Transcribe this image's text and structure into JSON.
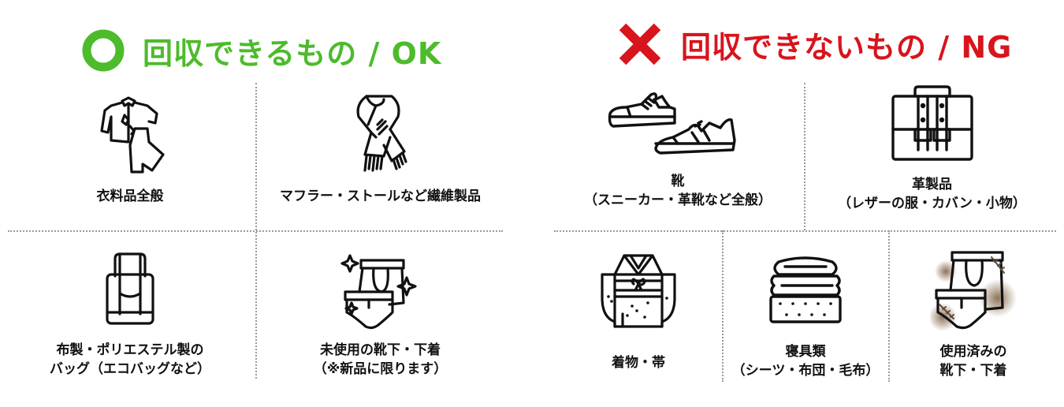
{
  "colors": {
    "ok": "#4cbb2c",
    "ng": "#d8141d",
    "divider": "#9a9a9a",
    "text": "#111111"
  },
  "ok_section": {
    "icon": "circle-icon",
    "title": "回収できるもの / OK",
    "items": [
      {
        "icon": "clothing-icon",
        "lines": [
          "衣料品全般"
        ]
      },
      {
        "icon": "scarf-icon",
        "lines": [
          "マフラー・ストールなど繊維製品"
        ]
      },
      {
        "icon": "tote-bag-icon",
        "lines": [
          "布製・ポリエステル製の",
          "バッグ（エコバッグなど）"
        ]
      },
      {
        "icon": "new-underwear-icon",
        "lines": [
          "未使用の靴下・下着",
          "（※新品に限ります）"
        ]
      }
    ]
  },
  "ng_section": {
    "icon": "cross-icon",
    "title": "回収できないもの / NG",
    "items": [
      {
        "icon": "shoes-icon",
        "lines": [
          "靴",
          "（スニーカー・革靴など全般）"
        ]
      },
      {
        "icon": "leather-bag-icon",
        "lines": [
          "革製品",
          "（レザーの服・カバン・小物）"
        ]
      },
      {
        "icon": "kimono-icon",
        "lines": [
          "着物・帯"
        ]
      },
      {
        "icon": "bedding-icon",
        "lines": [
          "寝具類",
          "（シーツ・布団・毛布）"
        ]
      },
      {
        "icon": "used-underwear-icon",
        "lines": [
          "使用済みの",
          "靴下・下着"
        ]
      }
    ]
  }
}
